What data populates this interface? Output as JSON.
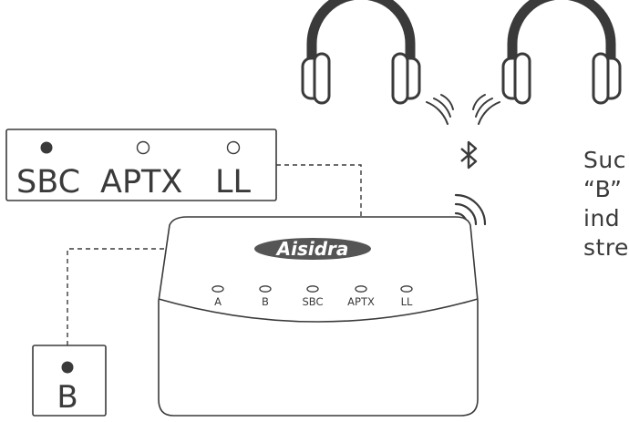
{
  "brand": "Aisidra",
  "device_leds": [
    "A",
    "B",
    "SBC",
    "APTX",
    "LL"
  ],
  "codec_panel": {
    "labels": [
      "SBC",
      "APTX",
      "LL"
    ],
    "lit": "SBC"
  },
  "channel_panel": {
    "label": "B",
    "lit": true
  },
  "caption_lines": [
    "Suc",
    "“B”",
    "ind",
    "stre"
  ],
  "icons": [
    "headphones-icon",
    "bluetooth-icon",
    "wireless-signal-icon"
  ],
  "colors": {
    "line": "#3a3a3a",
    "badge": "#555555",
    "badge_text": "#ffffff"
  }
}
